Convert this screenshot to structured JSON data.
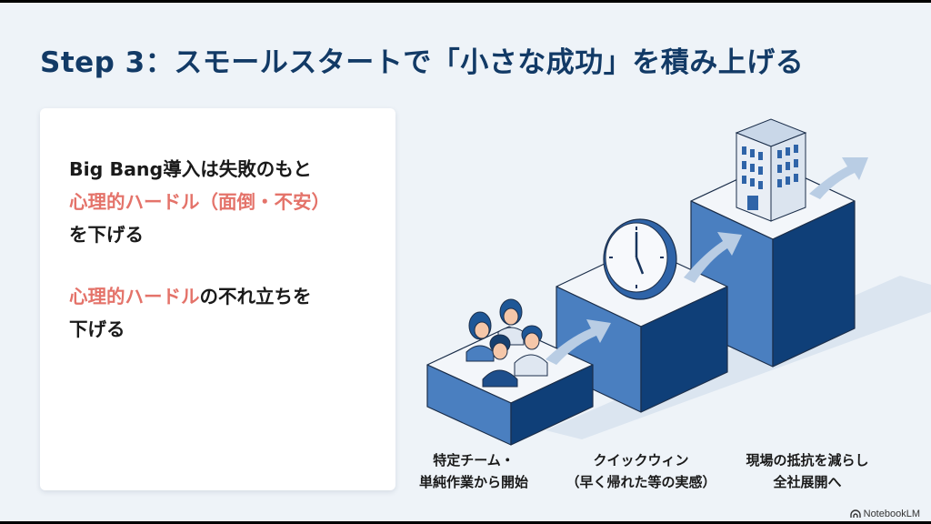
{
  "slide": {
    "title": "Step 3：スモールスタートで「小さな成功」を積み上げる",
    "card": {
      "block1": {
        "line1": "Big Bang導入は失敗のもと",
        "line2_accent": "心理的ハードル（面倒・不安）",
        "line3": "を下げる"
      },
      "block2": {
        "line1_accent": "心理的ハードル",
        "line1_rest": "の不れ立ちを",
        "line2": "下げる"
      }
    },
    "steps": [
      {
        "icon": "team-people-icon",
        "label_line1": "特定チーム・",
        "label_line2": "単純作業から開始"
      },
      {
        "icon": "clock-icon",
        "label_line1": "クイックウィン",
        "label_line2": "（早く帰れた等の実感）"
      },
      {
        "icon": "office-building-icon",
        "label_line1": "現場の抵抗を減らし",
        "label_line2": "全社展開へ"
      }
    ],
    "branding": {
      "label": "NotebookLM"
    }
  },
  "colors": {
    "background": "#eef3f8",
    "title": "#123a66",
    "accent": "#e4736a",
    "stair_top": "#f3f6fa",
    "stair_light": "#4a7fc0",
    "stair_dark": "#0f3f78",
    "arrow": "#b9cde4"
  }
}
